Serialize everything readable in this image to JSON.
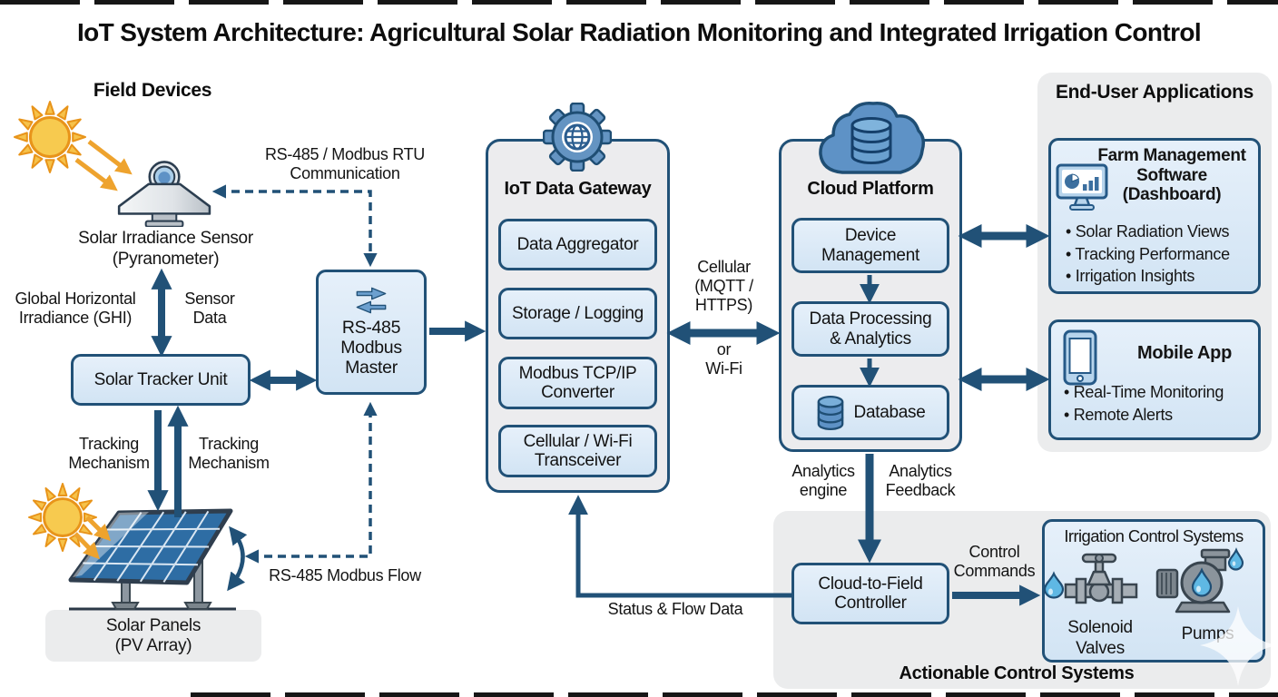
{
  "title": "IoT System Architecture: Agricultural Solar Radiation Monitoring and Integrated Irrigation Control",
  "field_devices": {
    "heading": "Field Devices",
    "sensor_label": "Solar Irradiance Sensor\n(Pyranometer)",
    "ghi_label": "Global Horizontal\nIrradiance (GHI)",
    "sensor_data_label": "Sensor\nData",
    "tracker_box": "Solar Tracker Unit",
    "tracking_left": "Tracking\nMechanism",
    "tracking_right": "Tracking\nMechanism",
    "panels_label": "Solar Panels\n(PV Array)"
  },
  "modbus_master": {
    "label": "RS-485\nModbus\nMaster"
  },
  "connections": {
    "rtu_comm": "RS-485 / Modbus RTU\nCommunication",
    "modbus_flow": "RS-485 Modbus Flow",
    "cellular": "Cellular\n(MQTT /\nHTTPS)",
    "or_wifi": "or\nWi-Fi",
    "analytics_engine": "Analytics\nengine",
    "analytics_feedback": "Analytics\nFeedback",
    "control_commands": "Control\nCommands",
    "status_flow": "Status & Flow Data"
  },
  "gateway": {
    "title": "IoT Data Gateway",
    "modules": [
      "Data Aggregator",
      "Storage / Logging",
      "Modbus TCP/IP\nConverter",
      "Cellular / Wi-Fi\nTransceiver"
    ]
  },
  "cloud": {
    "title": "Cloud Platform",
    "modules": [
      "Device\nManagement",
      "Data Processing\n& Analytics",
      "Database"
    ]
  },
  "end_user": {
    "heading": "End-User Applications",
    "dashboard": {
      "title": "Farm Management\nSoftware\n(Dashboard)",
      "bullets": [
        "Solar Radiation Views",
        "Tracking Performance",
        "Irrigation Insights"
      ]
    },
    "mobile": {
      "title": "Mobile App",
      "bullets": [
        "Real-Time Monitoring",
        "Remote Alerts"
      ]
    }
  },
  "control": {
    "heading": "Actionable Control Systems",
    "controller": "Cloud-to-Field\nController",
    "irrigation": {
      "title": "Irrigation Control Systems",
      "valve_label": "Solenoid\nValves",
      "pump_label": "Pumps"
    }
  },
  "icons": {
    "sun": "sun-icon",
    "pyranometer": "pyranometer-icon",
    "solar_panel": "solar-panel-icon",
    "modbus_arrows": "bidirectional-arrows-icon",
    "gateway": "gear-globe-icon",
    "cloud": "cloud-database-icon",
    "database": "database-cylinder-icon",
    "dashboard": "monitor-analytics-icon",
    "mobile": "smartphone-icon",
    "valve": "valve-icon",
    "pump": "pump-icon",
    "water": "water-drop-icon"
  },
  "colors": {
    "navy": "#215177",
    "box_blue": "#d8e8f6",
    "container_gray": "#ebeced",
    "icon_blue": "#6494c2",
    "sun_yellow": "#f7ca4f",
    "sun_orange": "#e8941a",
    "arrow_orange": "#eea32e",
    "water_blue": "#5fb8e4"
  }
}
